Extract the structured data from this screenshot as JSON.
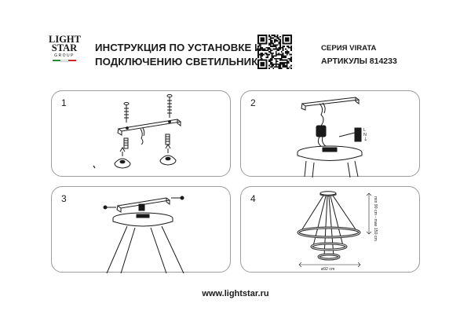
{
  "logo": {
    "line1": "LIGHT",
    "line2": "STAR",
    "line3": "GROUP",
    "flag_colors": [
      "#2a8a3a",
      "#ffffff",
      "#cc2a2a"
    ]
  },
  "header": {
    "title_line1": "ИНСТРУКЦИЯ ПО УСТАНОВКЕ И",
    "title_line2": "ПОДКЛЮЧЕНИЮ СВЕТИЛЬНИКА",
    "series": "СЕРИЯ VIRATA",
    "article": "АРТИКУЛЫ 814233"
  },
  "steps": [
    {
      "number": "1"
    },
    {
      "number": "2",
      "terminal_labels": [
        "L",
        "N",
        "⏚"
      ]
    },
    {
      "number": "3"
    },
    {
      "number": "4",
      "height_label": "min 90 cm - max 150 cm",
      "diameter_label": "ø92 cm"
    }
  ],
  "footer": {
    "url": "www.lightstar.ru"
  },
  "colors": {
    "border": "#9c9c9c",
    "ink": "#1a1a1a"
  }
}
